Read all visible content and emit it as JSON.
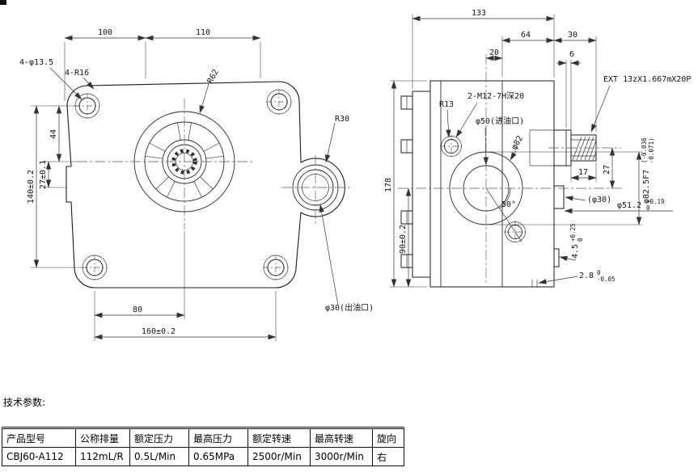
{
  "front": {
    "d100": "100",
    "d110": "110",
    "holes": "4-φ13.5",
    "r16": "4-R16",
    "r62": "R62",
    "r30": "R30",
    "d140": "140±0.2",
    "d44": "44",
    "d27": "27±0.1",
    "d80": "80",
    "d160": "160±0.2",
    "outlet": "φ30(出油口)"
  },
  "side": {
    "d133": "133",
    "d64": "64",
    "d30": "30",
    "d20": "20",
    "d6": "6",
    "ext": "EXT 13zX1.667mX20P",
    "r13": "R13",
    "thread": "2-M12-7H深20",
    "inlet": "φ50(进油口)",
    "phi82": "φ82",
    "d178": "178",
    "d90": "90±0.2",
    "d17": "17",
    "d27": "27",
    "phi30": "(φ30)",
    "a50": "50°",
    "d45": "4.5",
    "d45hi": "+0.25",
    "d45lo": "0",
    "d28": "2.8",
    "d28hi": "0",
    "d28lo": "-0.05",
    "d825": "φ82.5F7",
    "d825hi": "(-0.036",
    "d825lo": "-0.071)",
    "d512": "φ51.2",
    "d512hi": "+0.19",
    "d512lo": "0"
  },
  "params": {
    "title": "技术参数:",
    "headers": [
      "产品型号",
      "公称排量",
      "额定压力",
      "最高压力",
      "额定转速",
      "最高转速",
      "旋向"
    ],
    "row": [
      "CBJ60-A112",
      "112mL/R",
      "0.5L/Min",
      "0.65MPa",
      "2500r/Min",
      "3000r/Min",
      "右"
    ]
  }
}
